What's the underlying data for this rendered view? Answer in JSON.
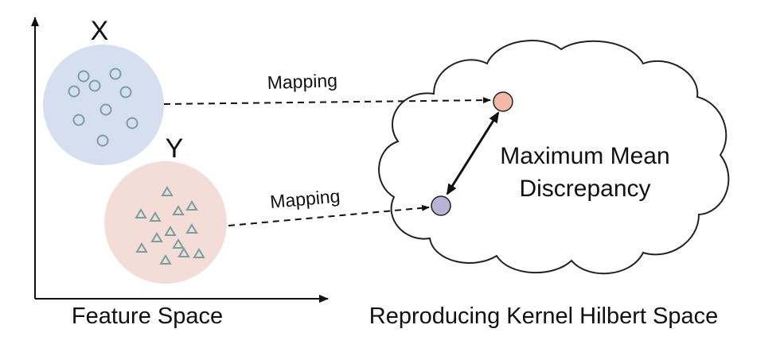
{
  "feature_space": {
    "set_x_label": "X",
    "set_y_label": "Y",
    "axis_label": "Feature Space"
  },
  "rkhs": {
    "distance_line1": "Maximum Mean",
    "distance_line2": "Discrepancy",
    "axis_label": "Reproducing Kernel Hilbert Space"
  },
  "mappings": {
    "x_to_rkhs": "Mapping",
    "y_to_rkhs": "Mapping"
  },
  "colors": {
    "x_cluster_fill": "#D6DFF0",
    "y_cluster_fill": "#F3DDD6",
    "x_embedding_point": "#F2B8A8",
    "y_embedding_point": "#B9B3D8",
    "sample_marker": "#7A9FA3",
    "outline": "#222222"
  },
  "icons": {
    "x_samples": "circle-icon",
    "y_samples": "triangle-icon"
  }
}
